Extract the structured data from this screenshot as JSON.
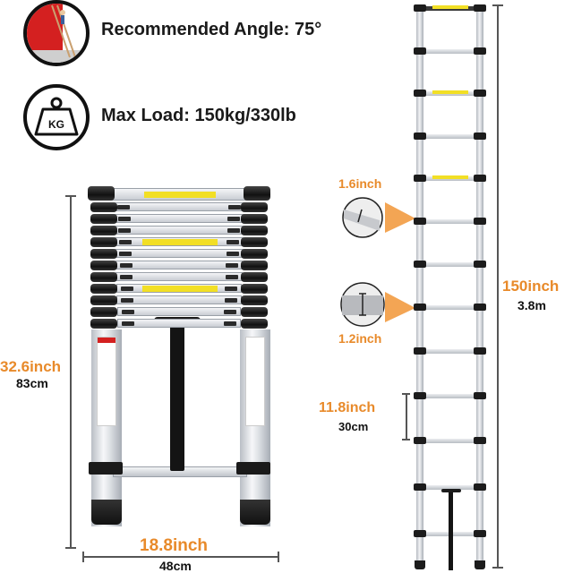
{
  "features": [
    {
      "icon": "ladder-angle-icon",
      "label": "Recommended Angle: 75°"
    },
    {
      "icon": "kg-weight-icon",
      "label": "Max Load: 150kg/330lb",
      "weight_text": "KG"
    }
  ],
  "folded_ladder": {
    "height": {
      "imperial": "32.6inch",
      "metric": "83cm"
    },
    "width": {
      "imperial": "18.8inch",
      "metric": "48cm"
    }
  },
  "extended_ladder": {
    "height": {
      "imperial": "150inch",
      "metric": "3.8m"
    },
    "rung_spacing": {
      "imperial": "11.8inch",
      "metric": "30cm"
    },
    "rung_depth": {
      "imperial": "1.6inch"
    },
    "rung_thickness": {
      "imperial": "1.2inch"
    }
  },
  "colors": {
    "accent_orange": "#e88a2a",
    "text": "#1a1a1a",
    "warning_yellow": "#f2df25",
    "red": "#d42020"
  }
}
